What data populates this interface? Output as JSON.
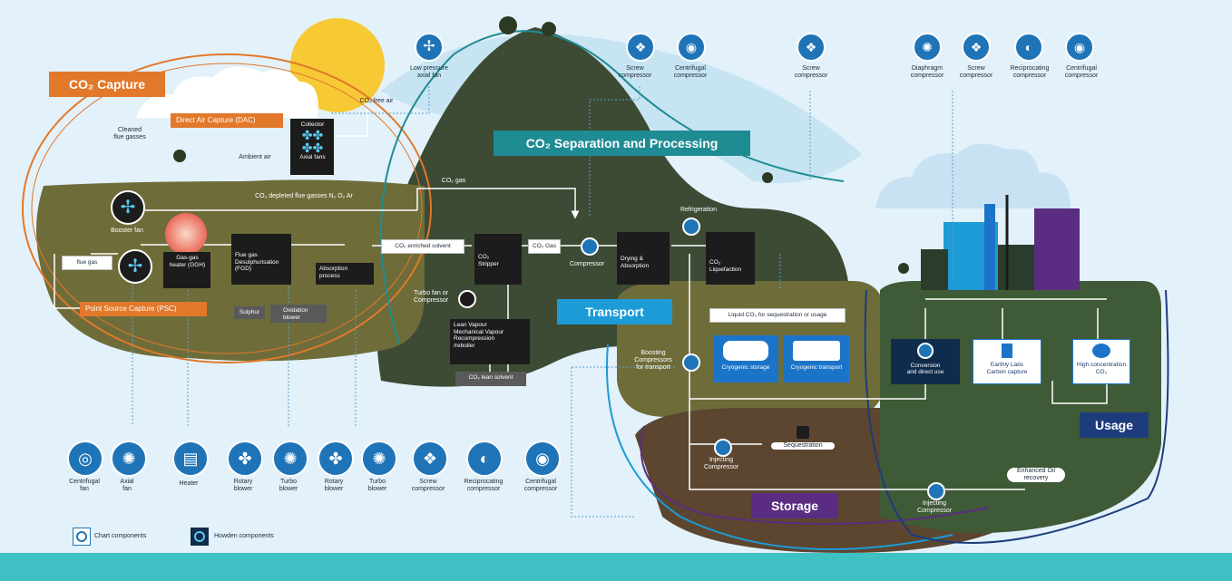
{
  "colors": {
    "background": "#e3f1fa",
    "ground_olive": "#6e6d3a",
    "hill_dark": "#3d4a34",
    "brown_soil": "#5c4630",
    "green_land": "#3f5a36",
    "capture_orange": "#e2782a",
    "separation_teal": "#1f8c93",
    "transport_blue": "#1c9bd7",
    "storage_purple": "#5a2d82",
    "usage_navy": "#1c3c7c",
    "icon_blue": "#1f74b8",
    "footer_teal": "#3fc0c2"
  },
  "sections": {
    "capture": "CO₂ Capture",
    "separation": "CO₂ Separation and Processing",
    "transport": "Transport",
    "storage": "Storage",
    "usage": "Usage"
  },
  "capture": {
    "cleaned_flue": "Cleaned\nflue gasses",
    "dac": "Direct Air Capture (DAC)",
    "collector": "Collector",
    "axial_fans": "Axial fans",
    "ambient_air": "Ambient air",
    "co2_free_air": "CO₂ free air",
    "co2_depleted": "CO₂ depleted flue gasses N₂ O₂ Ar",
    "booster_fan": "Booster fan",
    "flue_gas": "flue gas",
    "ggh": "Gas-gas\nheater (GGH)",
    "fgd": "Flue gas\nDesulphurisation\n(FGD)",
    "absorption": "Absorption\nprocess",
    "sulphur": "Sulphur",
    "oxidation_blower": "Oxidation\nblower",
    "psc": "Point Source Capture (PSC)"
  },
  "separation": {
    "co2_gas_top": "CO₂ gas",
    "enriched_solvent": "CO₂ enriched solvent",
    "stripper": "CO₂\nStripper",
    "co2_gas": "CO₂ Gas",
    "compressor": "Compressor",
    "drying": "Drying &\nAbsorption",
    "refrigeration": "Refrigeration",
    "liquefaction": "CO₂\nLiquefaction",
    "turbo_fan": "Turbo fan or\nCompressor",
    "lean_vapour": "Lean Vapour\nMechanical Vapour\nRecompression\n/reboiler",
    "lean_solvent": "CO₂ lean solvent"
  },
  "transport": {
    "liquid_co2": "Liquid CO₂ for sequestration or usage",
    "cryo_storage": "Cryogenic storage",
    "cryo_transport": "Cryogenic transport",
    "boosting": "Boosting\nCompressors\nfor transport"
  },
  "storage": {
    "injecting1": "Injecting\nCompressor",
    "sequestration": "Sequestration",
    "injecting2": "Injecting\nCompressor",
    "eor": "Enhanced Oil\nrecovery"
  },
  "usage": {
    "conversion": "Conversion\nand direct use",
    "earthly": "Earthly Labs\nCarbon capture",
    "high_conc": "High concentration\nCO₂"
  },
  "top_icons": [
    {
      "label": "Low pressure\naxial fan",
      "icon": "axial-fan-icon"
    },
    {
      "label": "Screw\ncompressor",
      "icon": "screw-compressor-icon"
    },
    {
      "label": "Centrifugal\ncompressor",
      "icon": "centrifugal-compressor-icon"
    },
    {
      "label": "Screw\ncompressor",
      "icon": "screw-compressor-icon"
    },
    {
      "label": "Diaphragm\ncompressor",
      "icon": "diaphragm-compressor-icon"
    },
    {
      "label": "Screw\ncompressor",
      "icon": "screw-compressor-icon"
    },
    {
      "label": "Reciprocating\ncompressor",
      "icon": "reciprocating-compressor-icon"
    },
    {
      "label": "Centrifugal\ncompressor",
      "icon": "centrifugal-compressor-icon"
    }
  ],
  "bottom_icons": [
    {
      "label": "Centrifugal\nfan",
      "icon": "centrifugal-fan-icon"
    },
    {
      "label": "Axial\nfan",
      "icon": "axial-fan-icon"
    },
    {
      "label": "Heater",
      "icon": "heater-icon"
    },
    {
      "label": "Rotary\nblower",
      "icon": "rotary-blower-icon"
    },
    {
      "label": "Turbo\nblower",
      "icon": "turbo-blower-icon"
    },
    {
      "label": "Rotary\nblower",
      "icon": "rotary-blower-icon"
    },
    {
      "label": "Turbo\nblower",
      "icon": "turbo-blower-icon"
    },
    {
      "label": "Screw\ncompressor",
      "icon": "screw-compressor-icon"
    },
    {
      "label": "Reciprocating\ncompressor",
      "icon": "reciprocating-compressor-icon"
    },
    {
      "label": "Centrifugal\ncompressor",
      "icon": "centrifugal-compressor-icon"
    }
  ],
  "legend": {
    "chart": "Chart components",
    "howden": "Howden components"
  }
}
